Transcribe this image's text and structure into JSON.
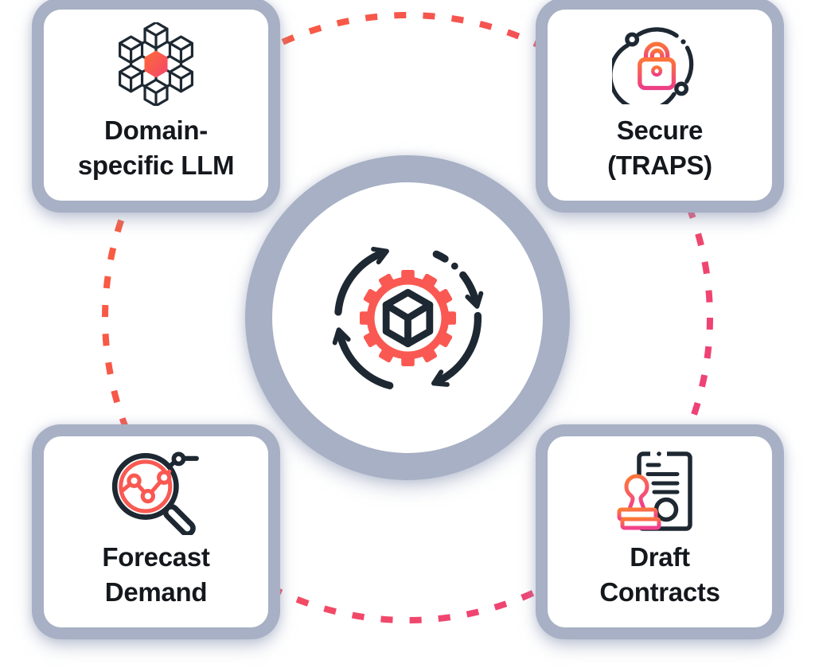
{
  "diagram": {
    "type": "hub-and-spoke capability diagram",
    "center": {
      "icon": "process-cube-gear-icon"
    },
    "cards": [
      {
        "id": "domain-llm",
        "icon": "network-cubes-icon",
        "line1": "Domain-",
        "line2": "specific LLM"
      },
      {
        "id": "secure-traps",
        "icon": "secure-lock-icon",
        "line1": "Secure",
        "line2": "(TRAPS)"
      },
      {
        "id": "forecast-demand",
        "icon": "magnifier-chart-icon",
        "line1": "Forecast",
        "line2": "Demand"
      },
      {
        "id": "draft-contracts",
        "icon": "contract-stamp-icon",
        "line1": "Draft",
        "line2": "Contracts"
      }
    ],
    "colors": {
      "halo_gray": "#a7b0c4",
      "outline_dark": "#1e2832",
      "icon_red": "#f95952",
      "gradient_orange": "#fb6135",
      "gradient_pink": "#ee4079",
      "card_bg": "#ffffff",
      "text": "#14181d"
    }
  }
}
